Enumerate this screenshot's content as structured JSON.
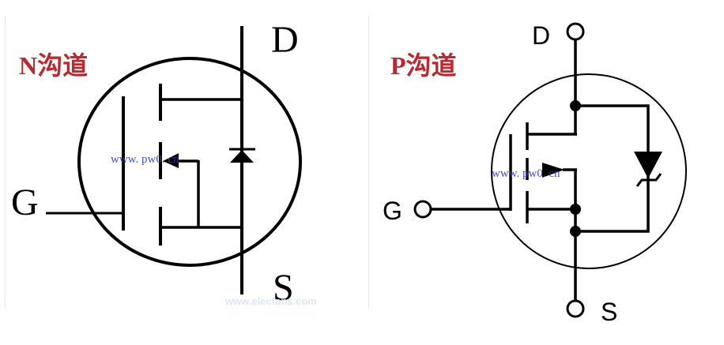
{
  "n_channel": {
    "title": "N沟道",
    "terminals": {
      "drain": "D",
      "gate": "G",
      "source": "S"
    },
    "watermark": "www. pw0. cn",
    "faint_watermark": "www.elecfans.com"
  },
  "p_channel": {
    "title": "P沟道",
    "terminals": {
      "drain": "D",
      "gate": "G",
      "source": "S"
    },
    "watermark": "www. pw0. cn"
  },
  "colors": {
    "title": "#c0262b",
    "line": "#000000",
    "watermark": "#2b3bd6",
    "faint_watermark": "#dfe6f5"
  }
}
